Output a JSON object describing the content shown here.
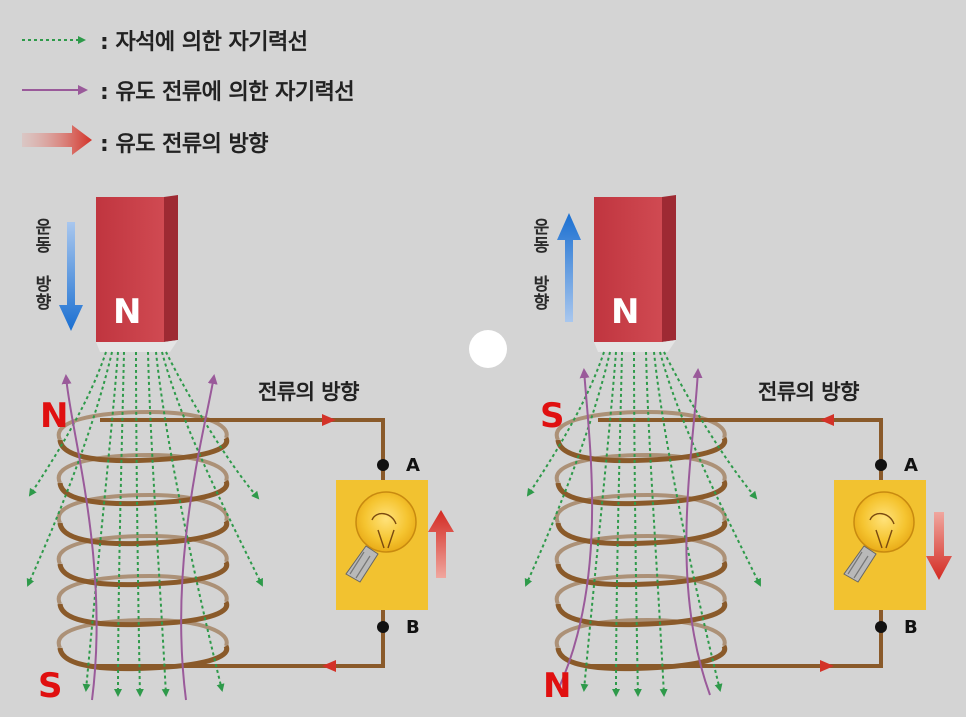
{
  "legend": [
    {
      "id": "magnet",
      "text": ": 자석에 의한 자기력선",
      "color": "#2e9a4a"
    },
    {
      "id": "induced-field",
      "text": ": 유도 전류에 의한 자기력선",
      "color": "#9a5a9a"
    },
    {
      "id": "current",
      "text": ": 유도 전류의 방향",
      "color": "#d33228"
    }
  ],
  "panels": [
    {
      "id": "left",
      "motion_label": "운동 방향",
      "motion_direction": "down",
      "magnet_pole": "N",
      "coil_top_pole": "N",
      "coil_bottom_pole": "S",
      "current_label": "전류의 방향",
      "terminal_a": "A",
      "terminal_b": "B",
      "bulb_current_direction": "up"
    },
    {
      "id": "right",
      "motion_label": "운동 방향",
      "motion_direction": "up",
      "magnet_pole": "N",
      "coil_top_pole": "S",
      "coil_bottom_pole": "N",
      "current_label": "전류의 방향",
      "terminal_a": "A",
      "terminal_b": "B",
      "bulb_current_direction": "down"
    }
  ],
  "colors": {
    "background": "#d4d4d4",
    "magnet": "#c73a44",
    "wire": "#8a5a2a",
    "field_magnet": "#2e9a4a",
    "field_induced": "#9a5a9a",
    "arrow_current": "#d33228",
    "arrow_motion": "#1a6fd1",
    "pole_label": "#e01010",
    "bulb_bg": "#f2c230"
  }
}
